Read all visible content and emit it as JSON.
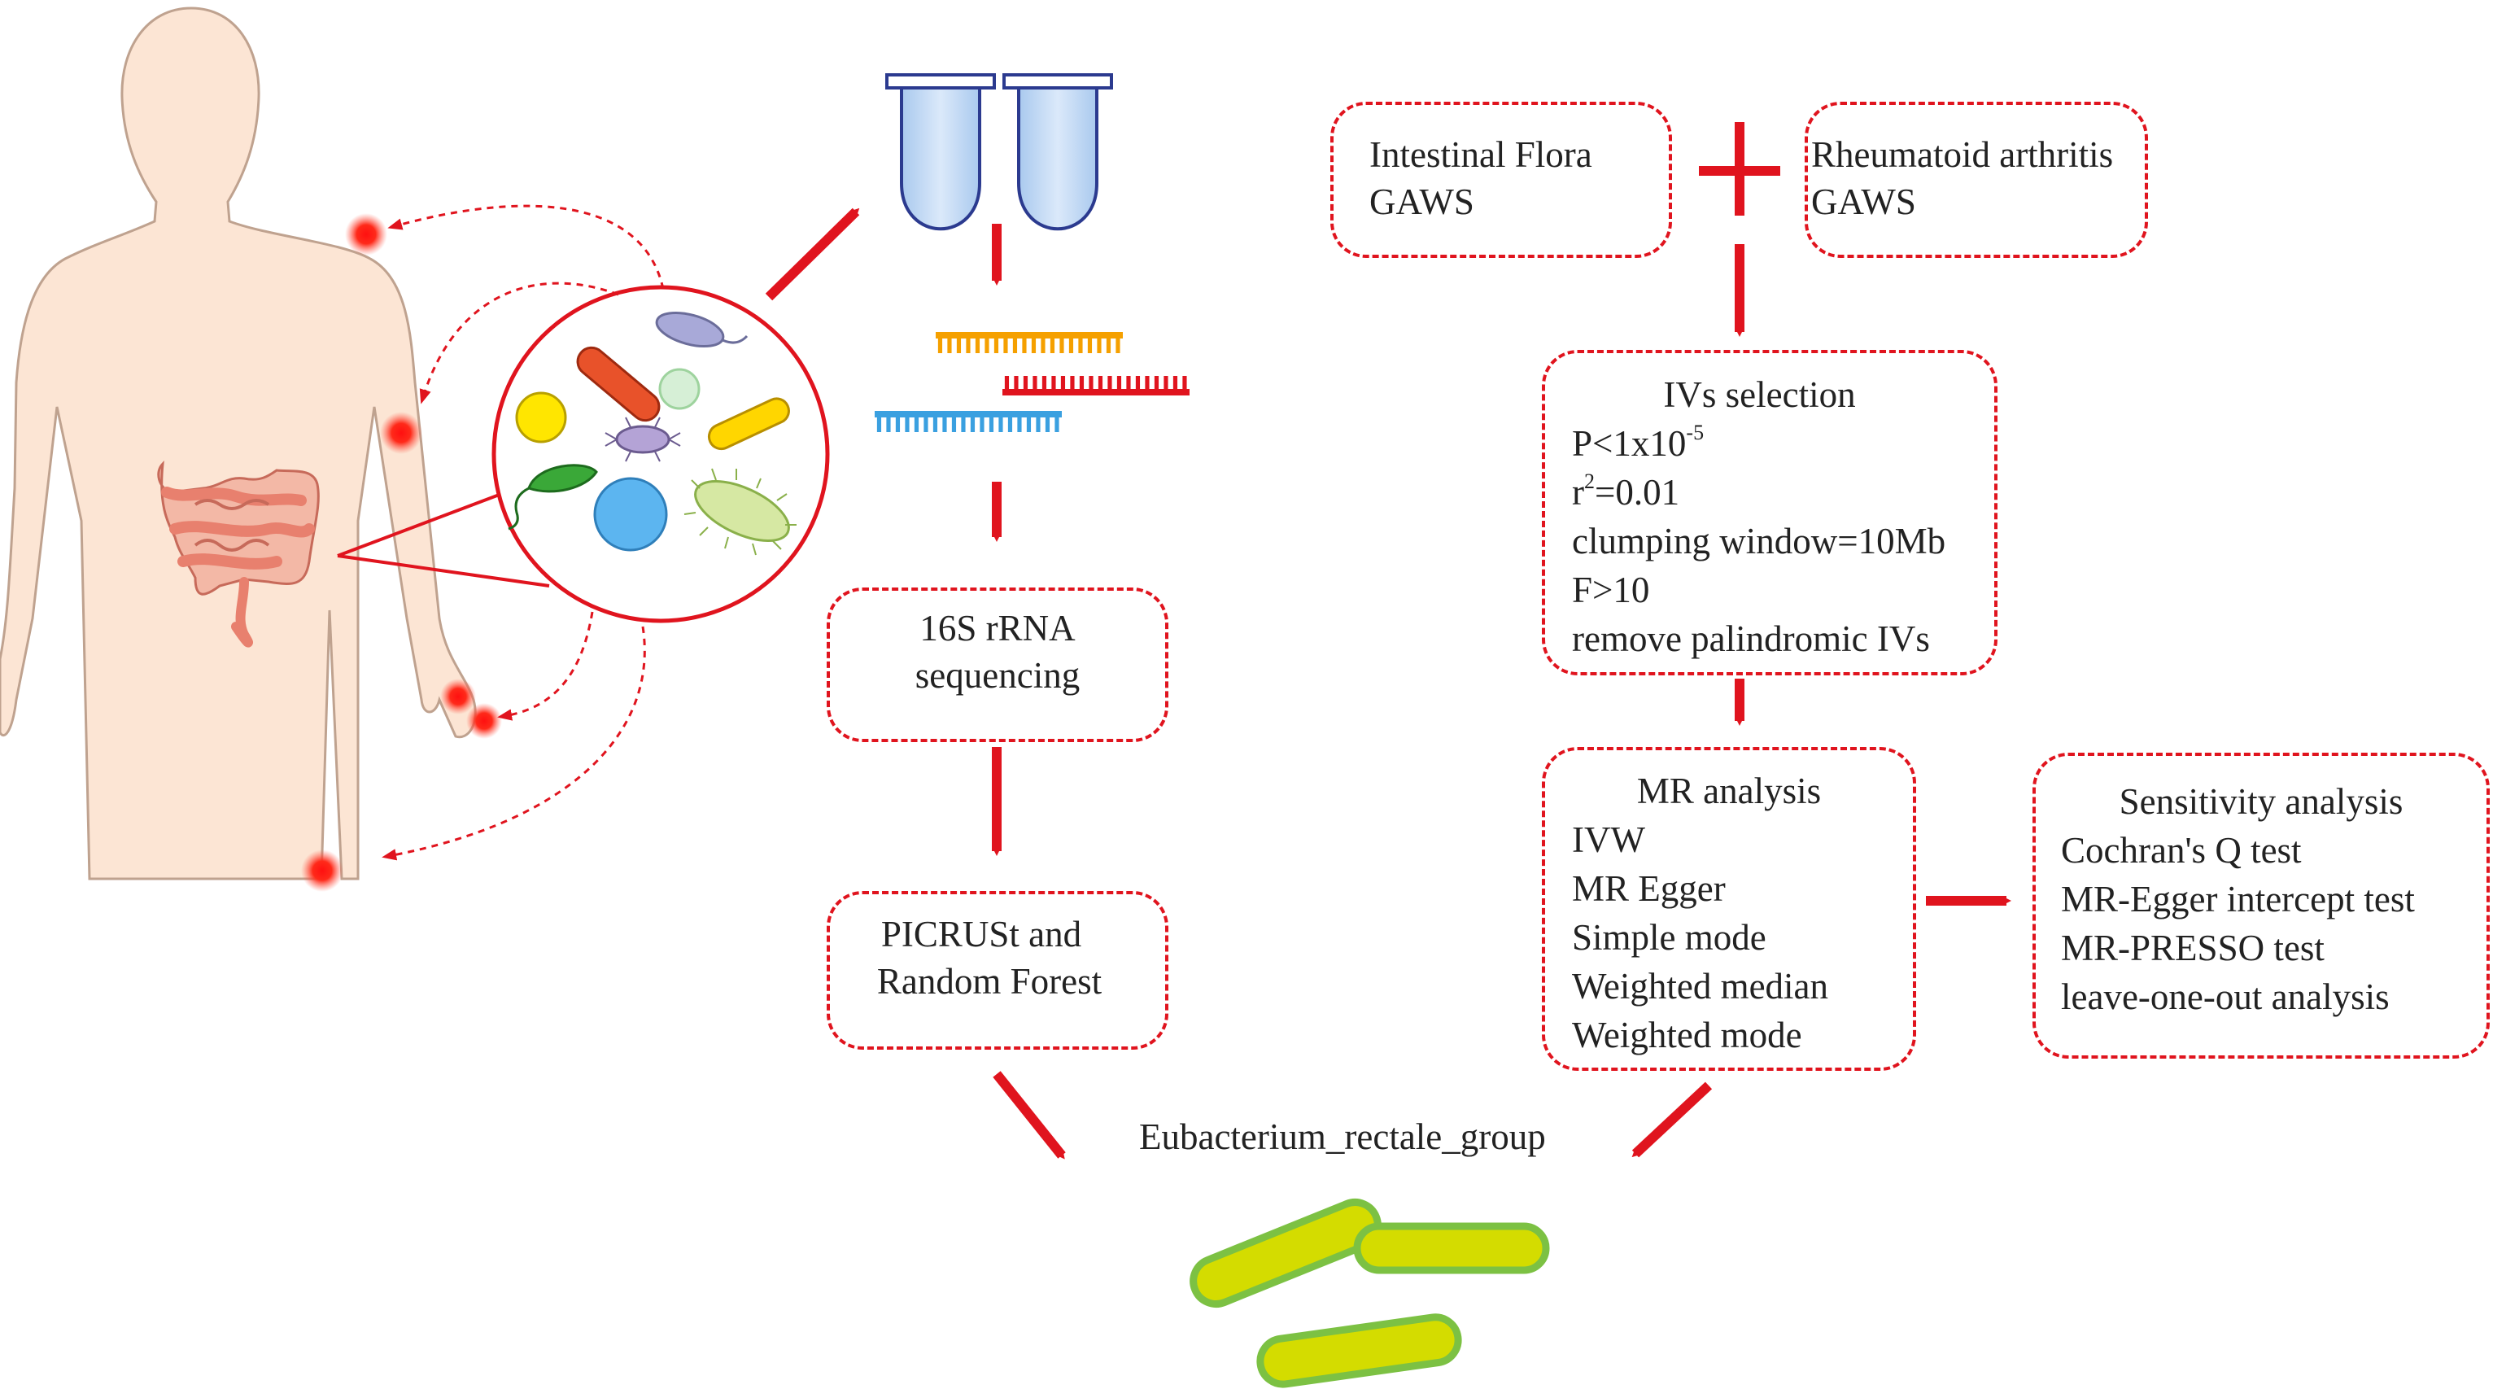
{
  "colors": {
    "arrow_red": "#e0141e",
    "skin": "#fce5d4",
    "skin_outline": "#bfa28f",
    "intestine": "#e8806e",
    "bacteria_green": "#d4dc00",
    "bacteria_outline": "#7cc143"
  },
  "icons": [
    "human-body-icon",
    "test-tube-icon",
    "dna-strand-icon",
    "microbe-icon",
    "plus-icon",
    "rod-bacteria-icon"
  ],
  "box_16s": {
    "line1": "16S rRNA",
    "line2": "sequencing"
  },
  "box_picrust": {
    "line1": "PICRUSt and",
    "line2": "Random Forest"
  },
  "box_flora": {
    "line1": "Intestinal Flora",
    "line2": "GAWS"
  },
  "box_ra": {
    "line1": "Rheumatoid arthritis",
    "line2": "GAWS"
  },
  "box_ivs": {
    "title": "IVs selection",
    "p_prefix": "P<1x10",
    "p_exp": "-5",
    "r_prefix": "r",
    "r_exp": "2",
    "r_value": "=0.01",
    "clumping": "clumping window=10Mb",
    "f": "F>10",
    "palindromic": "remove palindromic IVs"
  },
  "box_mr": {
    "title": "MR analysis",
    "methods": [
      "IVW",
      "MR Egger",
      "Simple mode",
      "Weighted median",
      "Weighted mode"
    ]
  },
  "box_sens": {
    "title": "Sensitivity analysis",
    "tests": [
      "Cochran's Q test",
      "MR-Egger intercept test",
      "MR-PRESSO test",
      "leave-one-out analysis"
    ]
  },
  "result_label": "Eubacterium_rectale_group"
}
